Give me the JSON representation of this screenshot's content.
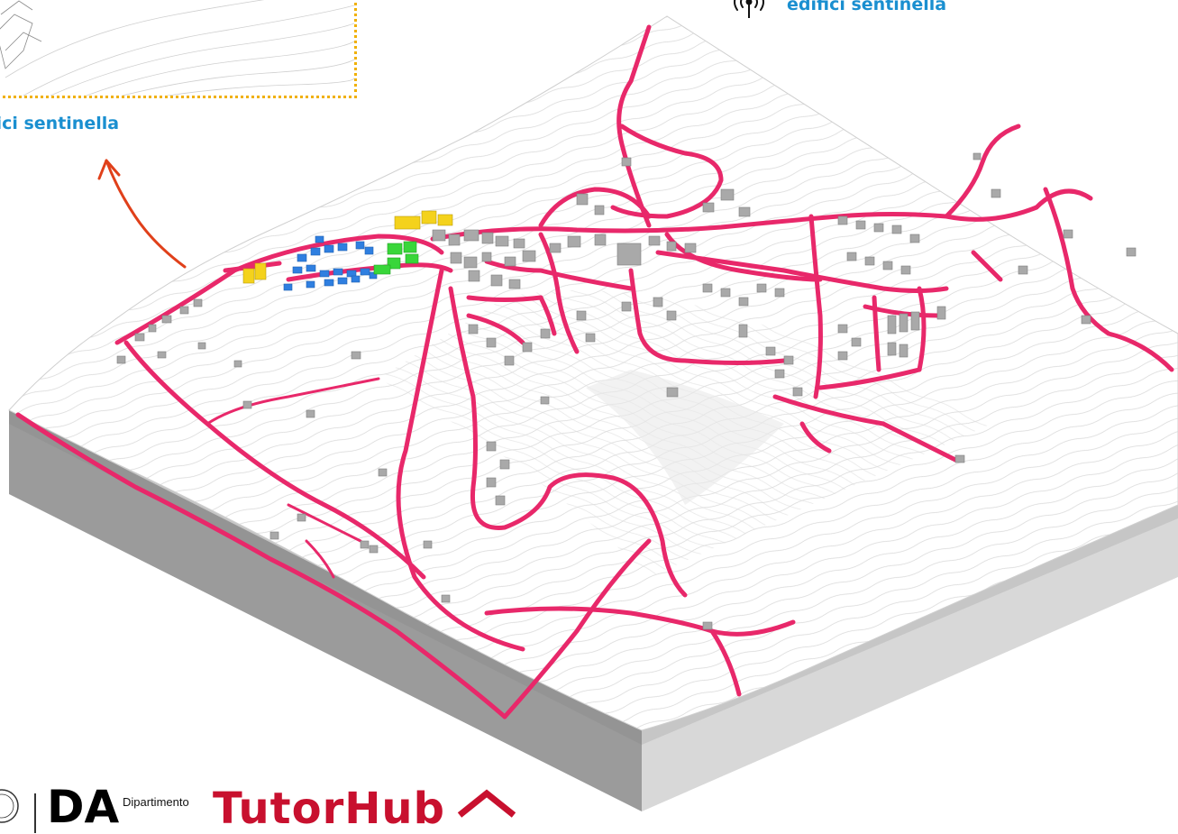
{
  "labels": {
    "sentinel_left": "fici sentinella",
    "sentinel_top": "edifici sentinella"
  },
  "icons": {
    "antenna": "broadcast-antenna-icon",
    "arrow": "curved-arrow-icon",
    "house": "house-outline-icon",
    "seal": "university-seal-icon"
  },
  "footer": {
    "logo_initials": "DA",
    "department_text": "Dipartimento",
    "project_name": "TutorHub"
  },
  "colors": {
    "roads": "#e8286a",
    "buildings": "#a9a9a9",
    "highlight_blue": "#2f7fe0",
    "highlight_green": "#39d63a",
    "highlight_yellow": "#f4d21c",
    "label_blue": "#1a8fd0",
    "inset_border": "#f0b000",
    "arrow": "#e0401a",
    "brand_red": "#c8102e"
  }
}
